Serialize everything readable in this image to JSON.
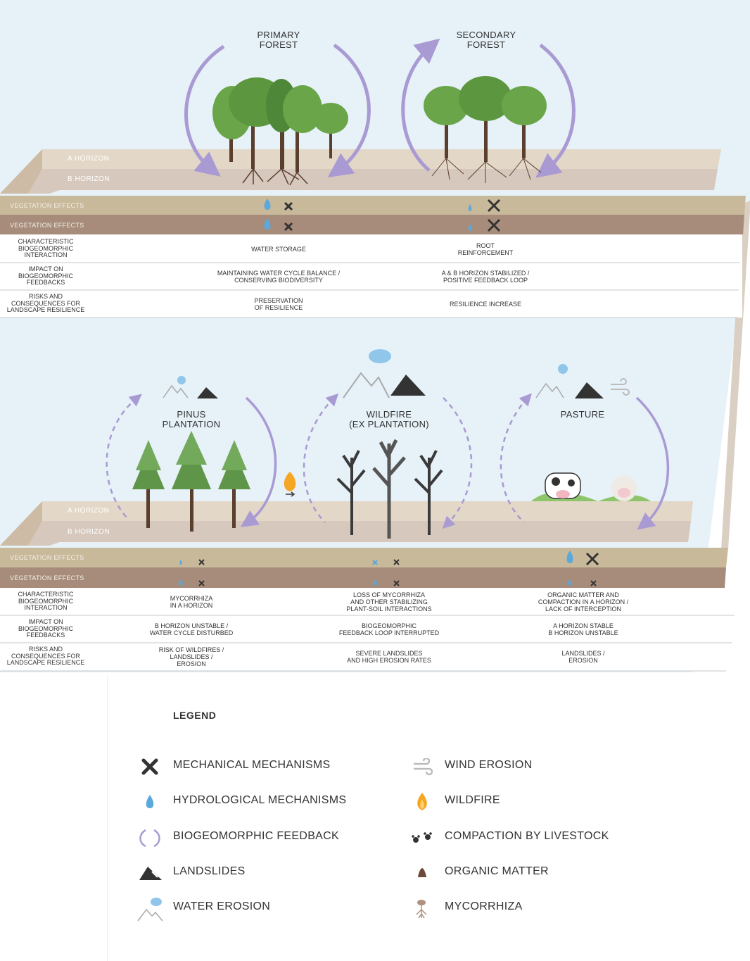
{
  "top_panels": [
    {
      "title_lines": [
        "PRIMARY",
        "FOREST"
      ]
    },
    {
      "title_lines": [
        "SECONDARY",
        "FOREST"
      ]
    }
  ],
  "bottom_panels": [
    {
      "title_lines": [
        "PINUS",
        "PLANTATION"
      ]
    },
    {
      "title_lines": [
        "WILDFIRE",
        "(EX PLANTATION)"
      ]
    },
    {
      "title_lines": [
        "PASTURE",
        ""
      ]
    }
  ],
  "horizons": {
    "a": "A HORIZON",
    "b": "B HORIZON"
  },
  "vegetation_effects_label": "VEGETATION EFFECTS",
  "row_labels": {
    "interaction": [
      "CHARACTERISTIC",
      "BIOGEOMORPHIC",
      "INTERACTION"
    ],
    "impact": [
      "IMPACT ON",
      "BIOGEOMORPHIC",
      "FEEDBACKS"
    ],
    "risks": [
      "RISKS AND",
      "CONSEQUENCES FOR",
      "LANDSCAPE RESILIENCE"
    ]
  },
  "top_table": {
    "primary": {
      "interaction": [
        "WATER STORAGE"
      ],
      "impact": [
        "MAINTAINING WATER CYCLE BALANCE /",
        "CONSERVING BIODIVERSITY"
      ],
      "risks": [
        "PRESERVATION",
        "OF RESILIENCE"
      ]
    },
    "secondary": {
      "interaction": [
        "ROOT",
        "REINFORCEMENT"
      ],
      "impact": [
        "A & B HORIZON STABILIZED /",
        "POSITIVE FEEDBACK LOOP"
      ],
      "risks": [
        "RESILIENCE INCREASE"
      ]
    }
  },
  "bottom_table": {
    "pinus": {
      "interaction": [
        "MYCORRHIZA",
        "IN A HORIZON"
      ],
      "impact": [
        "B HORIZON UNSTABLE /",
        "WATER CYCLE DISTURBED"
      ],
      "risks": [
        "RISK OF WILDFIRES /",
        "LANDSLIDES /",
        "EROSION"
      ]
    },
    "wildfire": {
      "interaction": [
        "LOSS OF MYCORRHIZA",
        "AND OTHER STABILIZING",
        "PLANT-SOIL INTERACTIONS"
      ],
      "impact": [
        "BIOGEOMORPHIC",
        "FEEDBACK LOOP INTERRUPTED"
      ],
      "risks": [
        "SEVERE LANDSLIDES",
        "AND HIGH EROSION RATES"
      ]
    },
    "pasture": {
      "interaction": [
        "ORGANIC MATTER AND",
        "COMPACTION IN A HORIZON /",
        "LACK OF INTERCEPTION"
      ],
      "impact": [
        "A HORIZON STABLE",
        "B HORIZON UNSTABLE"
      ],
      "risks": [
        "LANDSLIDES /",
        "EROSION"
      ]
    }
  },
  "legend": {
    "title": "LEGEND",
    "items": [
      {
        "icon": "mechanical-icon",
        "label": "MECHANICAL MECHANISMS"
      },
      {
        "icon": "hydrological-icon",
        "label": "HYDROLOGICAL MECHANISMS"
      },
      {
        "icon": "feedback-icon",
        "label": "BIOGEOMORPHIC FEEDBACK"
      },
      {
        "icon": "landslide-icon",
        "label": "LANDSLIDES"
      },
      {
        "icon": "water-erosion-icon",
        "label": "WATER EROSION"
      },
      {
        "icon": "wind-erosion-icon",
        "label": "WIND EROSION"
      },
      {
        "icon": "wildfire-icon",
        "label": "WILDFIRE"
      },
      {
        "icon": "livestock-compaction-icon",
        "label": "COMPACTION BY LIVESTOCK"
      },
      {
        "icon": "organic-matter-icon",
        "label": "ORGANIC MATTER"
      },
      {
        "icon": "mycorrhiza-icon",
        "label": "MYCORRHIZA"
      }
    ]
  },
  "colors": {
    "sky": "#e4f0f8",
    "a_horizon": "#e2d7c6",
    "b_horizon": "#d8cbc1",
    "veg_band_1": "#c8b89a",
    "veg_band_2": "#a68b7a",
    "feedback_arrow": "#a99ad3",
    "tree_green": "#6aa549",
    "pine_green": "#5f9548",
    "trunk": "#5a3e2e",
    "burnt": "#3a3a3a",
    "water_blue": "#5aa8dc",
    "fire": "#f5a623"
  }
}
